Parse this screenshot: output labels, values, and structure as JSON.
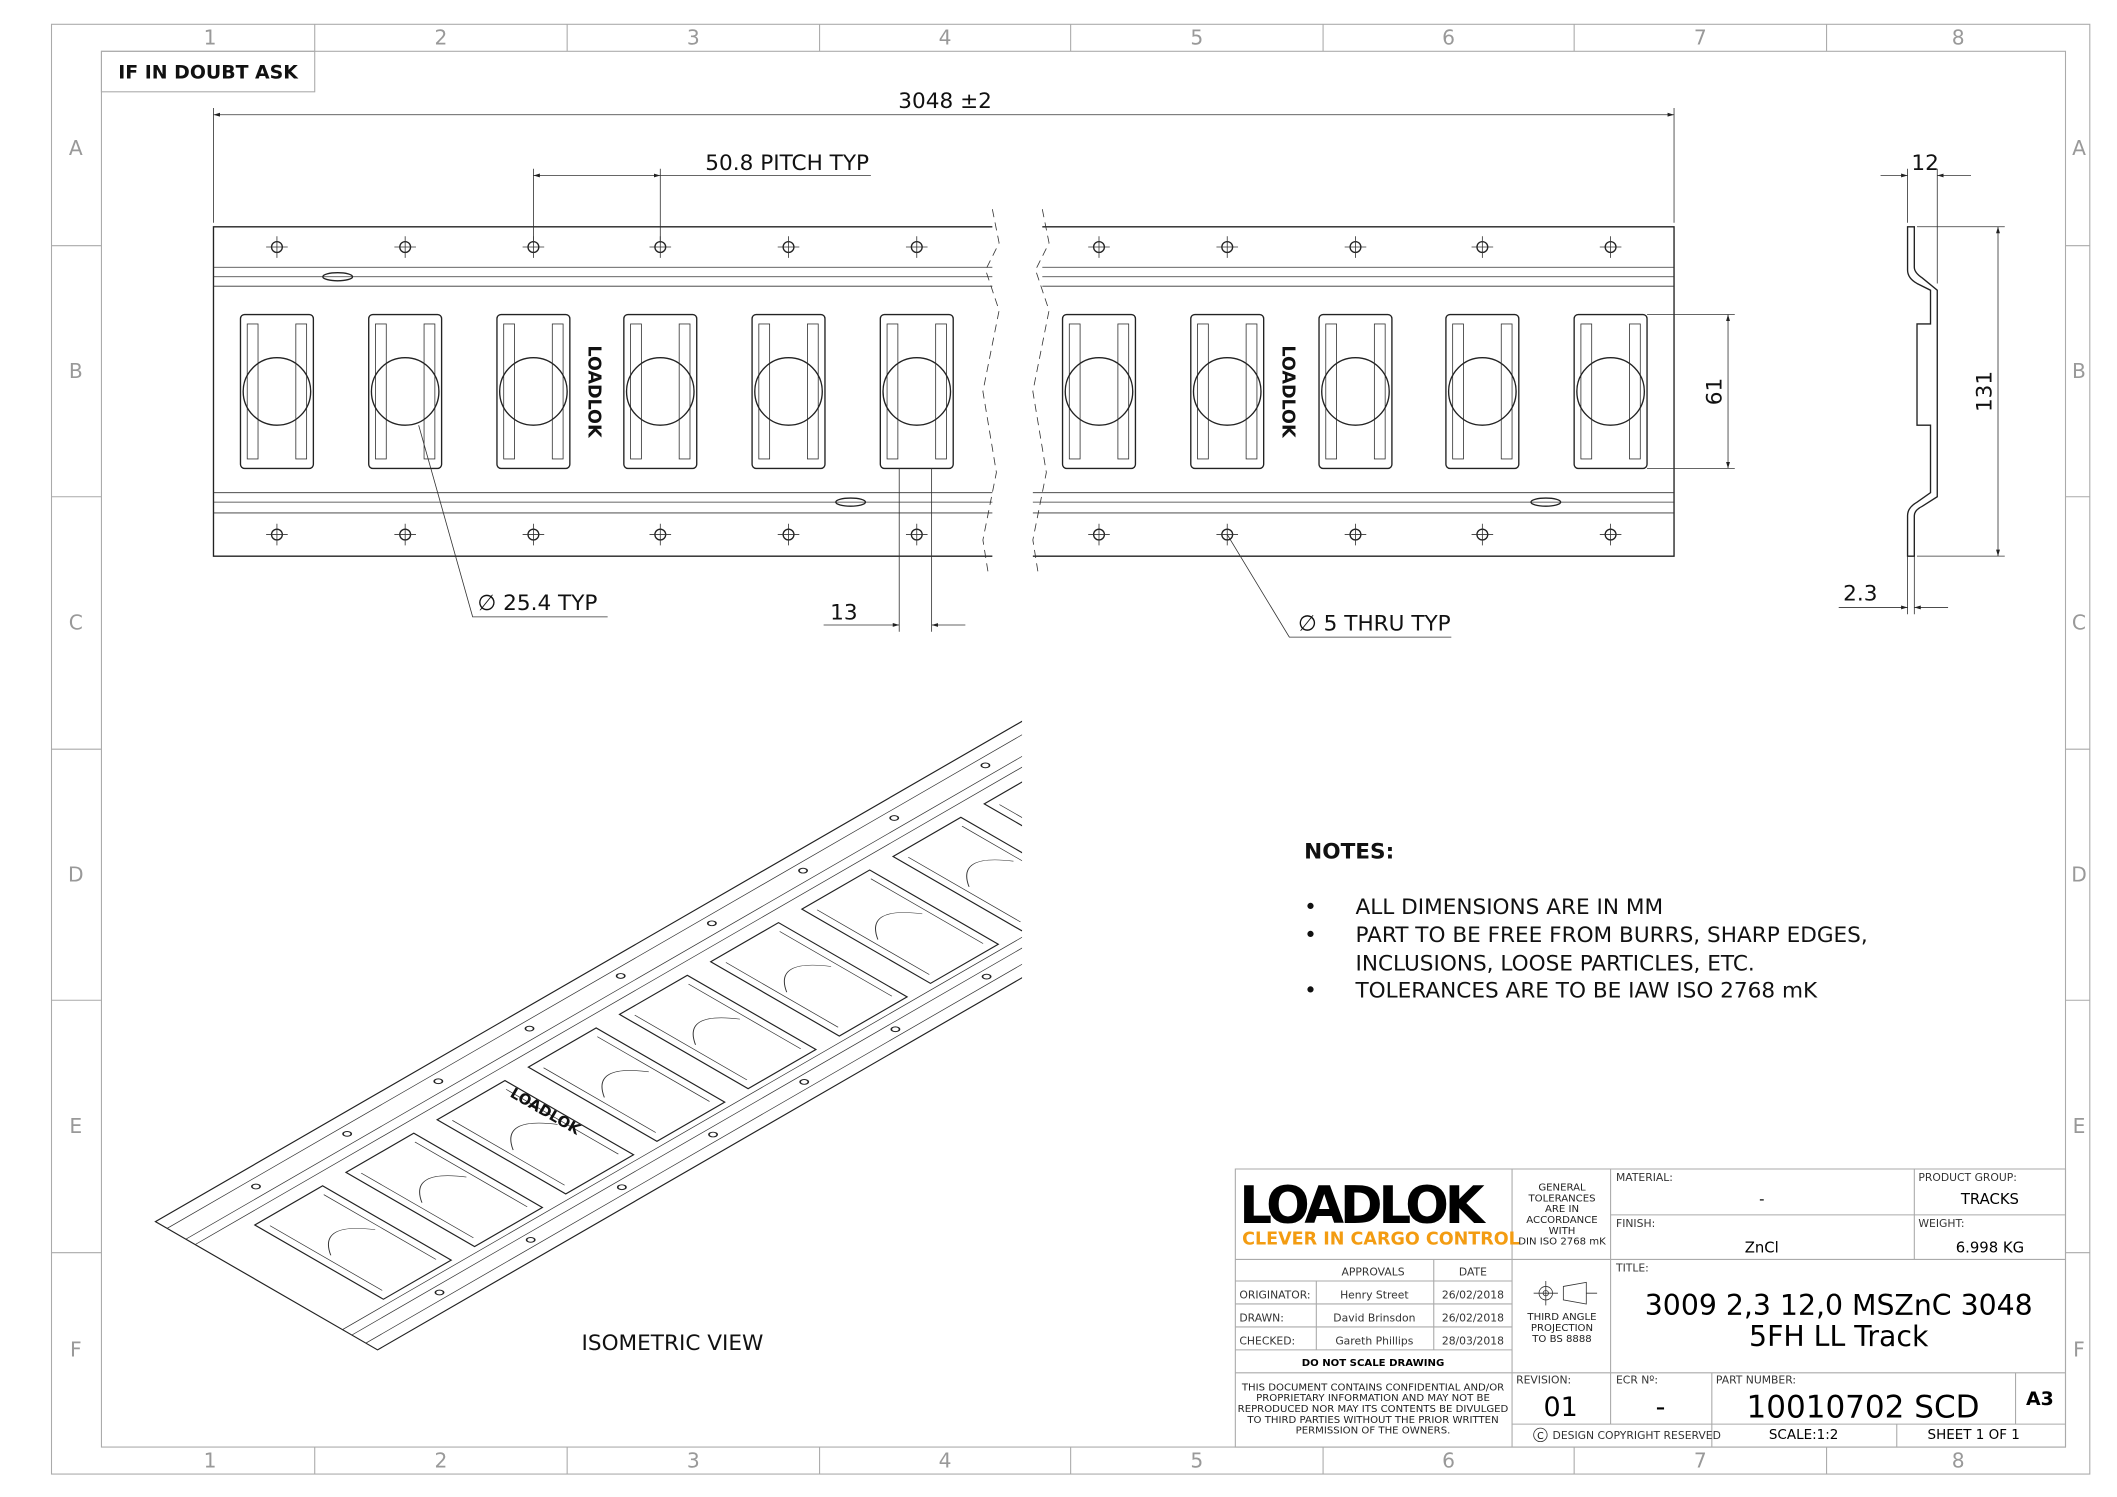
{
  "sheet": {
    "doubt_label": "IF IN DOUBT ASK",
    "columns": [
      "1",
      "2",
      "3",
      "4",
      "5",
      "6",
      "7",
      "8"
    ],
    "rows": [
      "A",
      "B",
      "C",
      "D",
      "E",
      "F"
    ]
  },
  "front_view": {
    "overall_length": "3048 ±2",
    "pitch": "50.8 PITCH TYP",
    "slot_height": "61",
    "hole_dia": "∅ 25.4 TYP",
    "web": "13",
    "thru_hole": "∅ 5 THRU TYP",
    "brand_mark": "LOADLOK"
  },
  "side_view": {
    "flange": "12",
    "height": "131",
    "thickness": "2.3"
  },
  "isometric": {
    "label": "ISOMETRIC VIEW",
    "brand_mark": "LOADLOK"
  },
  "notes": {
    "heading": "NOTES:",
    "items": [
      "ALL DIMENSIONS ARE IN MM",
      "PART TO BE FREE FROM BURRS, SHARP EDGES,",
      "INCLUSIONS, LOOSE PARTICLES, ETC.",
      "TOLERANCES ARE TO BE IAW ISO 2768 mK"
    ]
  },
  "title_block": {
    "logo": "LOADLOK",
    "slogan": "CLEVER IN CARGO CONTROL",
    "general_tolerances": [
      "GENERAL",
      "TOLERANCES",
      "ARE IN",
      "ACCORDANCE",
      "WITH",
      "DIN ISO 2768 mK"
    ],
    "material_label": "MATERIAL:",
    "material": "-",
    "product_group_label": "PRODUCT GROUP:",
    "product_group": "TRACKS",
    "finish_label": "FINISH:",
    "finish": "ZnCl",
    "weight_label": "WEIGHT:",
    "weight": "6.998 KG",
    "approvals_label": "APPROVALS",
    "date_label": "DATE",
    "approvals": [
      {
        "role": "ORIGINATOR:",
        "name": "Henry Street",
        "date": "26/02/2018"
      },
      {
        "role": "DRAWN:",
        "name": "David Brinsdon",
        "date": "26/02/2018"
      },
      {
        "role": "CHECKED:",
        "name": "Gareth Phillips",
        "date": "28/03/2018"
      }
    ],
    "do_not_scale": "DO NOT SCALE DRAWING",
    "projection": [
      "THIRD ANGLE",
      "PROJECTION",
      "TO BS 8888"
    ],
    "title_label": "TITLE:",
    "title_line1": "3009 2,3 12,0 MSZnC 3048",
    "title_line2": "5FH LL Track",
    "confidential": [
      "THIS DOCUMENT CONTAINS CONFIDENTIAL AND/OR",
      "PROPRIETARY INFORMATION AND MAY NOT BE",
      "REPRODUCED NOR MAY ITS CONTENTS BE DIVULGED",
      "TO THIRD PARTIES WITHOUT THE PRIOR WRITTEN",
      "PERMISSION OF THE OWNERS."
    ],
    "revision_label": "REVISION:",
    "revision": "01",
    "ecr_label": "ECR Nº:",
    "ecr": "-",
    "part_number_label": "PART NUMBER:",
    "part_number": "10010702 SCD",
    "size": "A3",
    "copyright": "DESIGN COPYRIGHT RESERVED",
    "copyright_symbol": "C",
    "scale": "SCALE:1:2",
    "sheet": "SHEET 1 OF 1"
  },
  "colors": {
    "brand_orange": "#f39c12",
    "line": "#222222",
    "frame": "#aaaaaa"
  }
}
